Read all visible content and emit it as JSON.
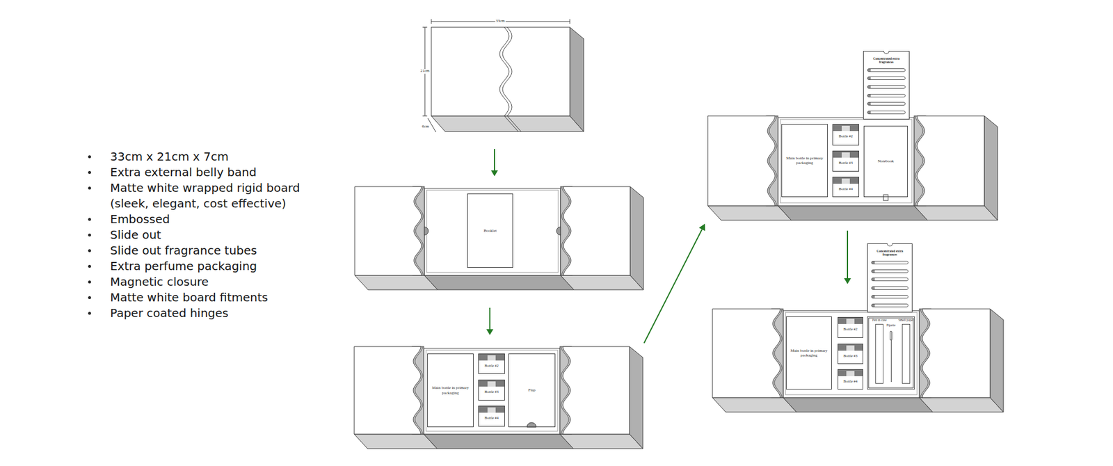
{
  "diagram": {
    "nodes": [
      {
        "text": [
          "Booklet"
        ]
      },
      {
        "text": [
          "Main bottle in primary packaging"
        ]
      },
      {
        "text": [
          "Bottle #2"
        ]
      },
      {
        "text": [
          "Bottle #3"
        ]
      },
      {
        "text": [
          "Bottle #4"
        ]
      },
      {
        "text": [
          "Flap"
        ]
      },
      {
        "text": [
          "Concentrated extra fragrances"
        ]
      },
      {
        "text": [
          "Main bottle in primary packaging"
        ]
      },
      {
        "text": [
          "Bottle #2"
        ]
      },
      {
        "text": [
          "Bottle #3"
        ]
      },
      {
        "text": [
          "Bottle #4"
        ]
      },
      {
        "text": [
          "Notebook"
        ]
      },
      {
        "text": [
          "Concentrated extra fragrances"
        ]
      },
      {
        "text": [
          "Main bottle in primary packaging"
        ]
      },
      {
        "text": [
          "Bottle #2"
        ]
      },
      {
        "text": [
          "Bottle #3"
        ]
      },
      {
        "text": [
          "Bottle #4"
        ]
      },
      {
        "text": [
          "Pipette"
        ]
      },
      {
        "text": [
          "Pen in case"
        ],
        "in": 17
      },
      {
        "text": [
          "Smell paper"
        ],
        "in": 17
      }
    ],
    "labels": [
      "33cm x 21cm x 7cm",
      "Extra external belly band",
      "Matte white wrapped rigid board (sleek, elegant, cost effective)",
      "Embossed",
      "Slide out",
      "Slide out fragrance tubes",
      "Extra perfume packaging",
      "Magnetic closure",
      "Matte white board fitments",
      "Paper coated hinges",
      "33cm",
      "21cm",
      "6cm"
    ]
  }
}
